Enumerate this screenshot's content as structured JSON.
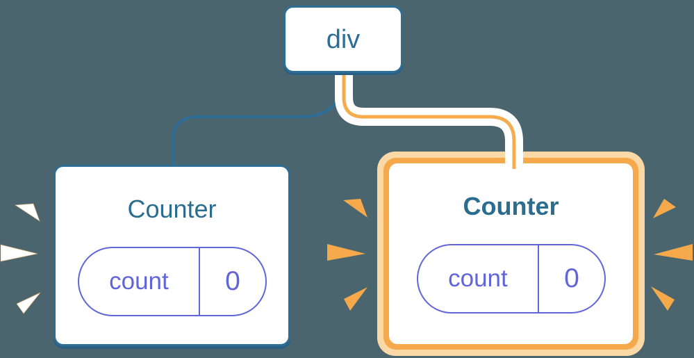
{
  "diagram": {
    "root_node": {
      "label": "div"
    },
    "left_counter": {
      "title": "Counter",
      "highlighted": false,
      "state": {
        "key": "count",
        "value": "0"
      }
    },
    "right_counter": {
      "title": "Counter",
      "highlighted": true,
      "state": {
        "key": "count",
        "value": "0"
      }
    }
  },
  "colors": {
    "background": "#4B656F",
    "node_border_blue": "#2E6E96",
    "node_shadow_blue": "#295F83",
    "title_teal": "#2B6D8E",
    "state_purple": "#6065D9",
    "highlight_orange": "#F5A94B",
    "highlight_halo": "#FBD9A6",
    "connector_core_orange": "#F4AC4C",
    "spark_white": "#FFFFFF",
    "card_white": "#FFFFFF"
  }
}
